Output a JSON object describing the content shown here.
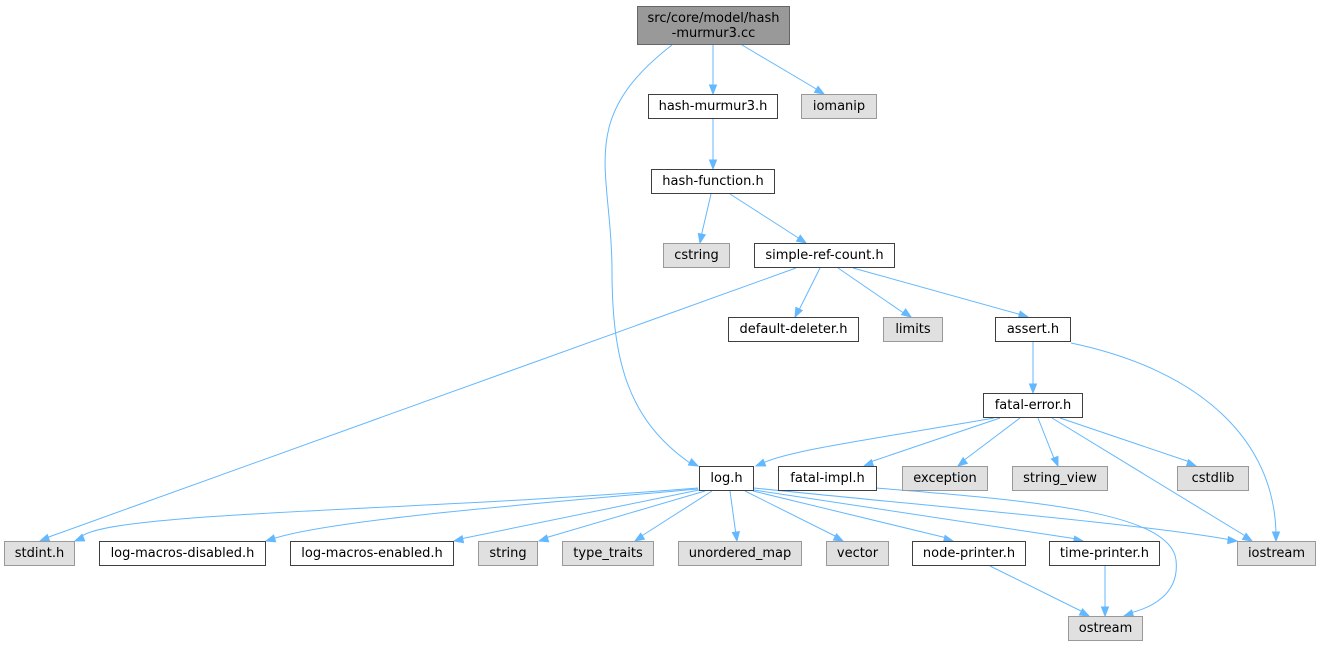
{
  "root": {
    "line1": "src/core/model/hash",
    "line2": "-murmur3.cc"
  },
  "nodes": {
    "hash_murmur3_h": "hash-murmur3.h",
    "iomanip": "iomanip",
    "hash_function_h": "hash-function.h",
    "cstring": "cstring",
    "simple_ref_count_h": "simple-ref-count.h",
    "default_deleter_h": "default-deleter.h",
    "limits": "limits",
    "assert_h": "assert.h",
    "fatal_error_h": "fatal-error.h",
    "log_h": "log.h",
    "fatal_impl_h": "fatal-impl.h",
    "exception": "exception",
    "string_view": "string_view",
    "cstdlib": "cstdlib",
    "stdint_h": "stdint.h",
    "log_macros_disabled_h": "log-macros-disabled.h",
    "log_macros_enabled_h": "log-macros-enabled.h",
    "string": "string",
    "type_traits": "type_traits",
    "unordered_map": "unordered_map",
    "vector": "vector",
    "node_printer_h": "node-printer.h",
    "time_printer_h": "time-printer.h",
    "iostream": "iostream",
    "ostream": "ostream"
  },
  "colors": {
    "edge": "#63b8ff",
    "root_fill": "#999999",
    "external_fill": "#e0e0e0",
    "local_fill": "#ffffff",
    "border": "#3f3f3f"
  }
}
